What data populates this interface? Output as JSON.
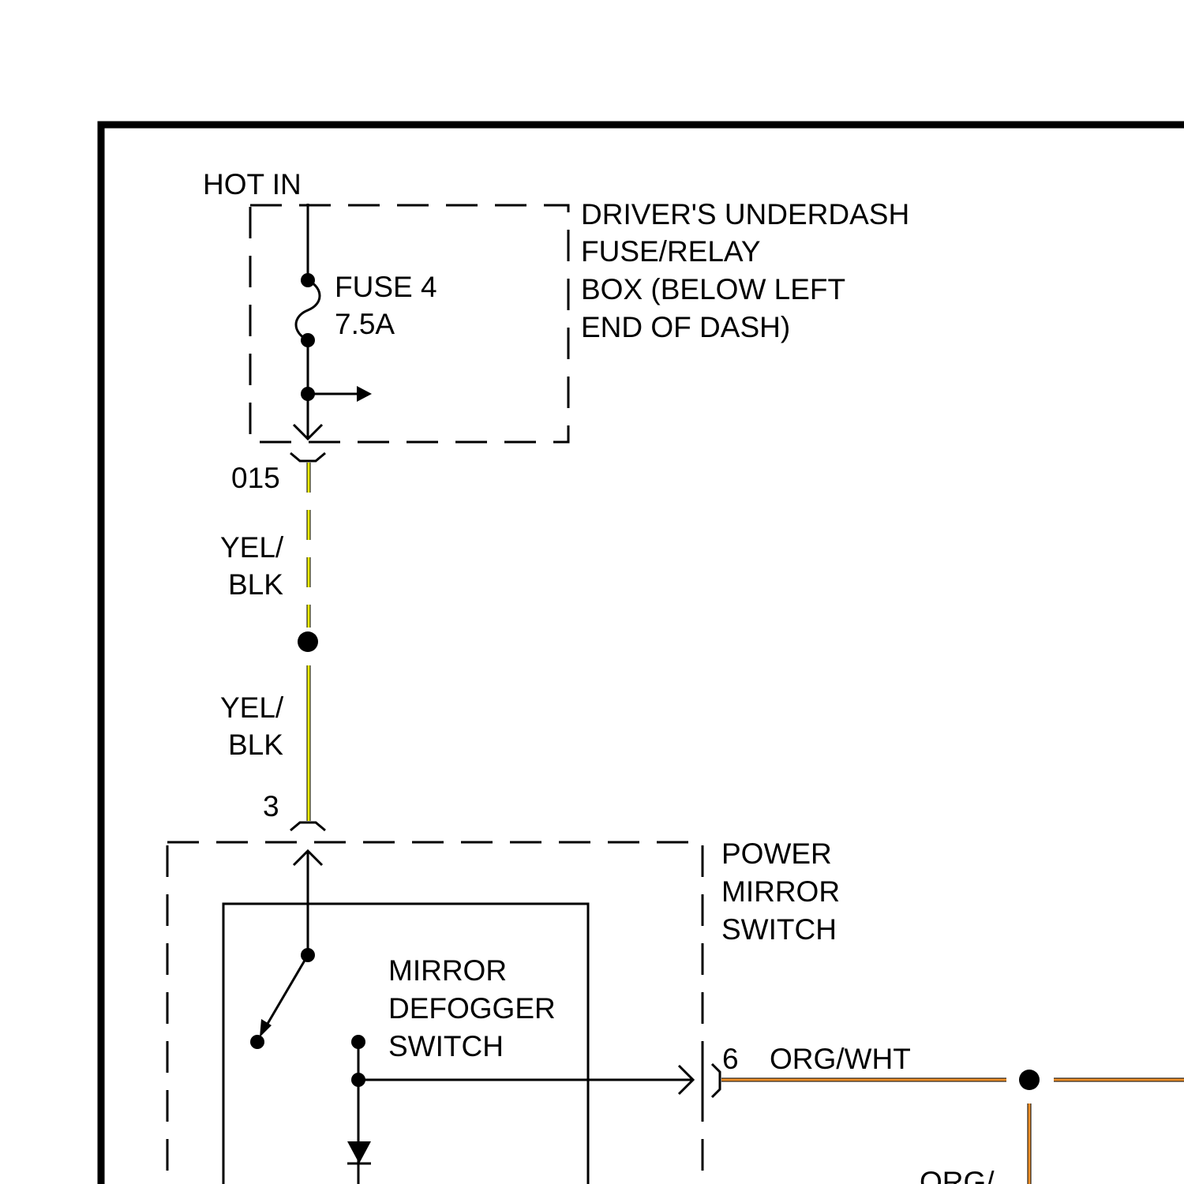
{
  "labels": {
    "hot_in": "HOT IN",
    "fuse_name": "FUSE 4",
    "fuse_rating": "7.5A",
    "fuse_box": [
      "DRIVER'S UNDERDASH",
      "FUSE/RELAY",
      "BOX (BELOW LEFT",
      "END OF DASH)"
    ],
    "connector_top": "015",
    "wire_upper": [
      "YEL/",
      "BLK"
    ],
    "wire_lower": [
      "YEL/",
      "BLK"
    ],
    "switch_pin_in": "3",
    "switch_box": [
      "POWER",
      "MIRROR",
      "SWITCH"
    ],
    "defogger_switch": [
      "MIRROR",
      "DEFOGGER",
      "SWITCH"
    ],
    "switch_pin_out": "6",
    "output_wire": "ORG/WHT",
    "branch_wire": "ORG/"
  },
  "colors": {
    "yel_blk_wire": "#f2f20a",
    "org_wht_wire": "#f0922b",
    "line": "#000000"
  }
}
